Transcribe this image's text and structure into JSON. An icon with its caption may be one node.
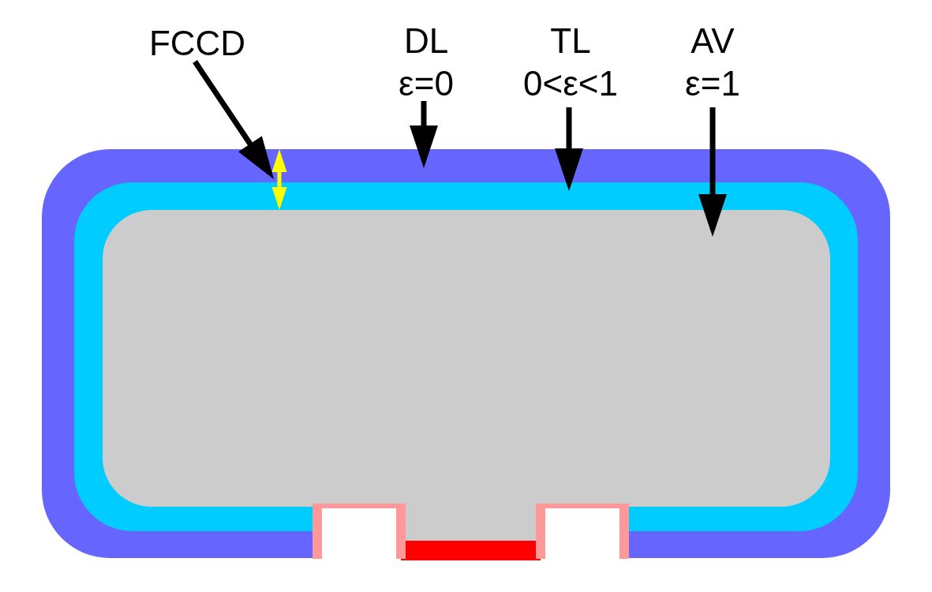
{
  "diagram": {
    "nodes": [
      {
        "text": [
          "FCCD"
        ]
      },
      {
        "text": [
          "DL",
          "ε=0"
        ]
      },
      {
        "text": [
          "TL",
          "0<ε<1"
        ]
      },
      {
        "text": [
          "AV",
          "ε=1"
        ]
      },
      {
        "text": [],
        "shape": "box"
      },
      {
        "text": [],
        "shape": "box",
        "in": 4
      },
      {
        "text": [],
        "shape": "box",
        "in": 5
      },
      {
        "text": [],
        "shape": "arrow",
        "in": 4
      }
    ],
    "edges": [
      {
        "from": 0,
        "to": 7,
        "arrow": "to"
      },
      {
        "from": 1,
        "to": 4,
        "arrow": "to"
      },
      {
        "from": 2,
        "to": 5,
        "arrow": "to"
      },
      {
        "from": 3,
        "to": 6,
        "arrow": "to"
      }
    ]
  }
}
